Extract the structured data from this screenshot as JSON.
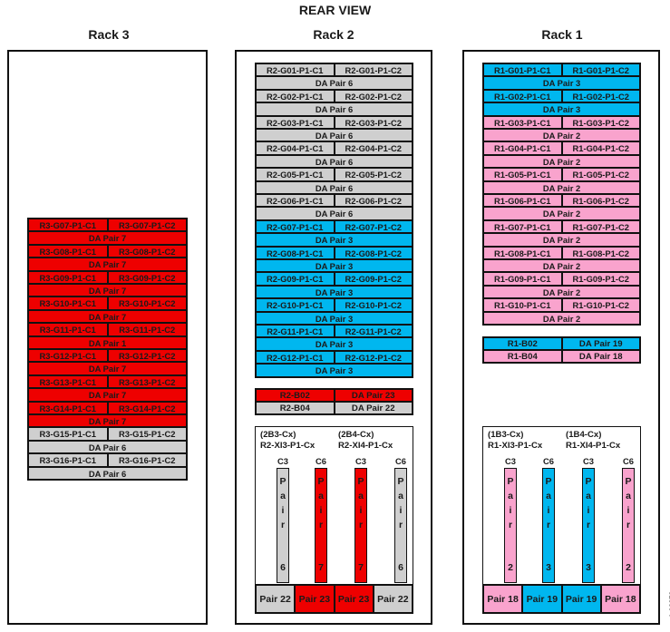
{
  "header": {
    "title": "REAR VIEW"
  },
  "racks": [
    {
      "name": "Rack 3"
    },
    {
      "name": "Rack 2"
    },
    {
      "name": "Rack 1"
    }
  ],
  "colors": {
    "red": "#ee0000",
    "gray": "#cfcfcf",
    "cyan": "#00b7ef",
    "pink": "#f9a3cd"
  },
  "rack3": {
    "slots": [
      {
        "c1": "R3-G07-P1-C1",
        "c2": "R3-G07-P1-C2",
        "pair": "DA Pair 7",
        "color": "red"
      },
      {
        "c1": "R3-G08-P1-C1",
        "c2": "R3-G08-P1-C2",
        "pair": "DA Pair 7",
        "color": "red"
      },
      {
        "c1": "R3-G09-P1-C1",
        "c2": "R3-G09-P1-C2",
        "pair": "DA Pair 7",
        "color": "red"
      },
      {
        "c1": "R3-G10-P1-C1",
        "c2": "R3-G10-P1-C2",
        "pair": "DA Pair 7",
        "color": "red"
      },
      {
        "c1": "R3-G11-P1-C1",
        "c2": "R3-G11-P1-C2",
        "pair": "DA Pair 1",
        "color": "red"
      },
      {
        "c1": "R3-G12-P1-C1",
        "c2": "R3-G12-P1-C2",
        "pair": "DA Pair 7",
        "color": "red"
      },
      {
        "c1": "R3-G13-P1-C1",
        "c2": "R3-G13-P1-C2",
        "pair": "DA Pair 7",
        "color": "red"
      },
      {
        "c1": "R3-G14-P1-C1",
        "c2": "R3-G14-P1-C2",
        "pair": "DA Pair 7",
        "color": "red"
      },
      {
        "c1": "R3-G15-P1-C1",
        "c2": "R3-G15-P1-C2",
        "pair": "DA Pair 6",
        "color": "gray"
      },
      {
        "c1": "R3-G16-P1-C1",
        "c2": "R3-G16-P1-C2",
        "pair": "DA Pair 6",
        "color": "gray"
      }
    ]
  },
  "rack2": {
    "slots": [
      {
        "c1": "R2-G01-P1-C1",
        "c2": "R2-G01-P1-C2",
        "pair": "DA Pair 6",
        "color": "gray"
      },
      {
        "c1": "R2-G02-P1-C1",
        "c2": "R2-G02-P1-C2",
        "pair": "DA Pair 6",
        "color": "gray"
      },
      {
        "c1": "R2-G03-P1-C1",
        "c2": "R2-G03-P1-C2",
        "pair": "DA Pair 6",
        "color": "gray"
      },
      {
        "c1": "R2-G04-P1-C1",
        "c2": "R2-G04-P1-C2",
        "pair": "DA Pair 6",
        "color": "gray"
      },
      {
        "c1": "R2-G05-P1-C1",
        "c2": "R2-G05-P1-C2",
        "pair": "DA Pair 6",
        "color": "gray"
      },
      {
        "c1": "R2-G06-P1-C1",
        "c2": "R2-G06-P1-C2",
        "pair": "DA Pair 6",
        "color": "gray"
      },
      {
        "c1": "R2-G07-P1-C1",
        "c2": "R2-G07-P1-C2",
        "pair": "DA Pair 3",
        "color": "cyan"
      },
      {
        "c1": "R2-G08-P1-C1",
        "c2": "R2-G08-P1-C2",
        "pair": "DA Pair 3",
        "color": "cyan"
      },
      {
        "c1": "R2-G09-P1-C1",
        "c2": "R2-G09-P1-C2",
        "pair": "DA Pair 3",
        "color": "cyan"
      },
      {
        "c1": "R2-G10-P1-C1",
        "c2": "R2-G10-P1-C2",
        "pair": "DA Pair 3",
        "color": "cyan"
      },
      {
        "c1": "R2-G11-P1-C1",
        "c2": "R2-G11-P1-C2",
        "pair": "DA Pair 3",
        "color": "cyan"
      },
      {
        "c1": "R2-G12-P1-C1",
        "c2": "R2-G12-P1-C2",
        "pair": "DA Pair 3",
        "color": "cyan"
      }
    ],
    "b_rows": [
      {
        "name": "R2-B02",
        "pair": "DA Pair 23",
        "color": "red"
      },
      {
        "name": "R2-B04",
        "pair": "DA Pair 22",
        "color": "gray"
      }
    ],
    "xl": {
      "left_head": [
        "(2B3-Cx)",
        "R2-XI3-P1-Cx"
      ],
      "right_head": [
        "(2B4-Cx)",
        "R2-XI4-P1-Cx"
      ],
      "col_labels": [
        "C3",
        "C6",
        "C3",
        "C6"
      ],
      "bars": [
        {
          "word": "Pair",
          "num": "6",
          "color": "gray"
        },
        {
          "word": "Pair",
          "num": "7",
          "color": "red"
        },
        {
          "word": "Pair",
          "num": "7",
          "color": "red"
        },
        {
          "word": "Pair",
          "num": "6",
          "color": "gray"
        }
      ],
      "bottom": [
        {
          "label": "Pair 22",
          "color": "gray"
        },
        {
          "label": "Pair 23",
          "color": "red"
        },
        {
          "label": "Pair 23",
          "color": "red"
        },
        {
          "label": "Pair 22",
          "color": "gray"
        }
      ]
    }
  },
  "rack1": {
    "slots": [
      {
        "c1": "R1-G01-P1-C1",
        "c2": "R1-G01-P1-C2",
        "pair": "DA Pair 3",
        "color": "cyan"
      },
      {
        "c1": "R1-G02-P1-C1",
        "c2": "R1-G02-P1-C2",
        "pair": "DA Pair 3",
        "color": "cyan"
      },
      {
        "c1": "R1-G03-P1-C1",
        "c2": "R1-G03-P1-C2",
        "pair": "DA Pair 2",
        "color": "pink"
      },
      {
        "c1": "R1-G04-P1-C1",
        "c2": "R1-G04-P1-C2",
        "pair": "DA Pair 2",
        "color": "pink"
      },
      {
        "c1": "R1-G05-P1-C1",
        "c2": "R1-G05-P1-C2",
        "pair": "DA Pair 2",
        "color": "pink"
      },
      {
        "c1": "R1-G06-P1-C1",
        "c2": "R1-G06-P1-C2",
        "pair": "DA Pair 2",
        "color": "pink"
      },
      {
        "c1": "R1-G07-P1-C1",
        "c2": "R1-G07-P1-C2",
        "pair": "DA Pair 2",
        "color": "pink"
      },
      {
        "c1": "R1-G08-P1-C1",
        "c2": "R1-G08-P1-C2",
        "pair": "DA Pair 2",
        "color": "pink"
      },
      {
        "c1": "R1-G09-P1-C1",
        "c2": "R1-G09-P1-C2",
        "pair": "DA Pair 2",
        "color": "pink"
      },
      {
        "c1": "R1-G10-P1-C1",
        "c2": "R1-G10-P1-C2",
        "pair": "DA Pair 2",
        "color": "pink"
      }
    ],
    "b_rows": [
      {
        "name": "R1-B02",
        "pair": "DA Pair 19",
        "color": "cyan"
      },
      {
        "name": "R1-B04",
        "pair": "DA Pair 18",
        "color": "pink"
      }
    ],
    "xl": {
      "left_head": [
        "(1B3-Cx)",
        "R1-XI3-P1-Cx"
      ],
      "right_head": [
        "(1B4-Cx)",
        "R1-XI4-P1-Cx"
      ],
      "col_labels": [
        "C3",
        "C6",
        "C3",
        "C6"
      ],
      "bars": [
        {
          "word": "Pair",
          "num": "2",
          "color": "pink"
        },
        {
          "word": "Pair",
          "num": "3",
          "color": "cyan"
        },
        {
          "word": "Pair",
          "num": "3",
          "color": "cyan"
        },
        {
          "word": "Pair",
          "num": "2",
          "color": "pink"
        }
      ],
      "bottom": [
        {
          "label": "Pair 18",
          "color": "pink"
        },
        {
          "label": "Pair 19",
          "color": "cyan"
        },
        {
          "label": "Pair 19",
          "color": "cyan"
        },
        {
          "label": "Pair 18",
          "color": "pink"
        }
      ]
    }
  },
  "figure_id": "fc02272"
}
